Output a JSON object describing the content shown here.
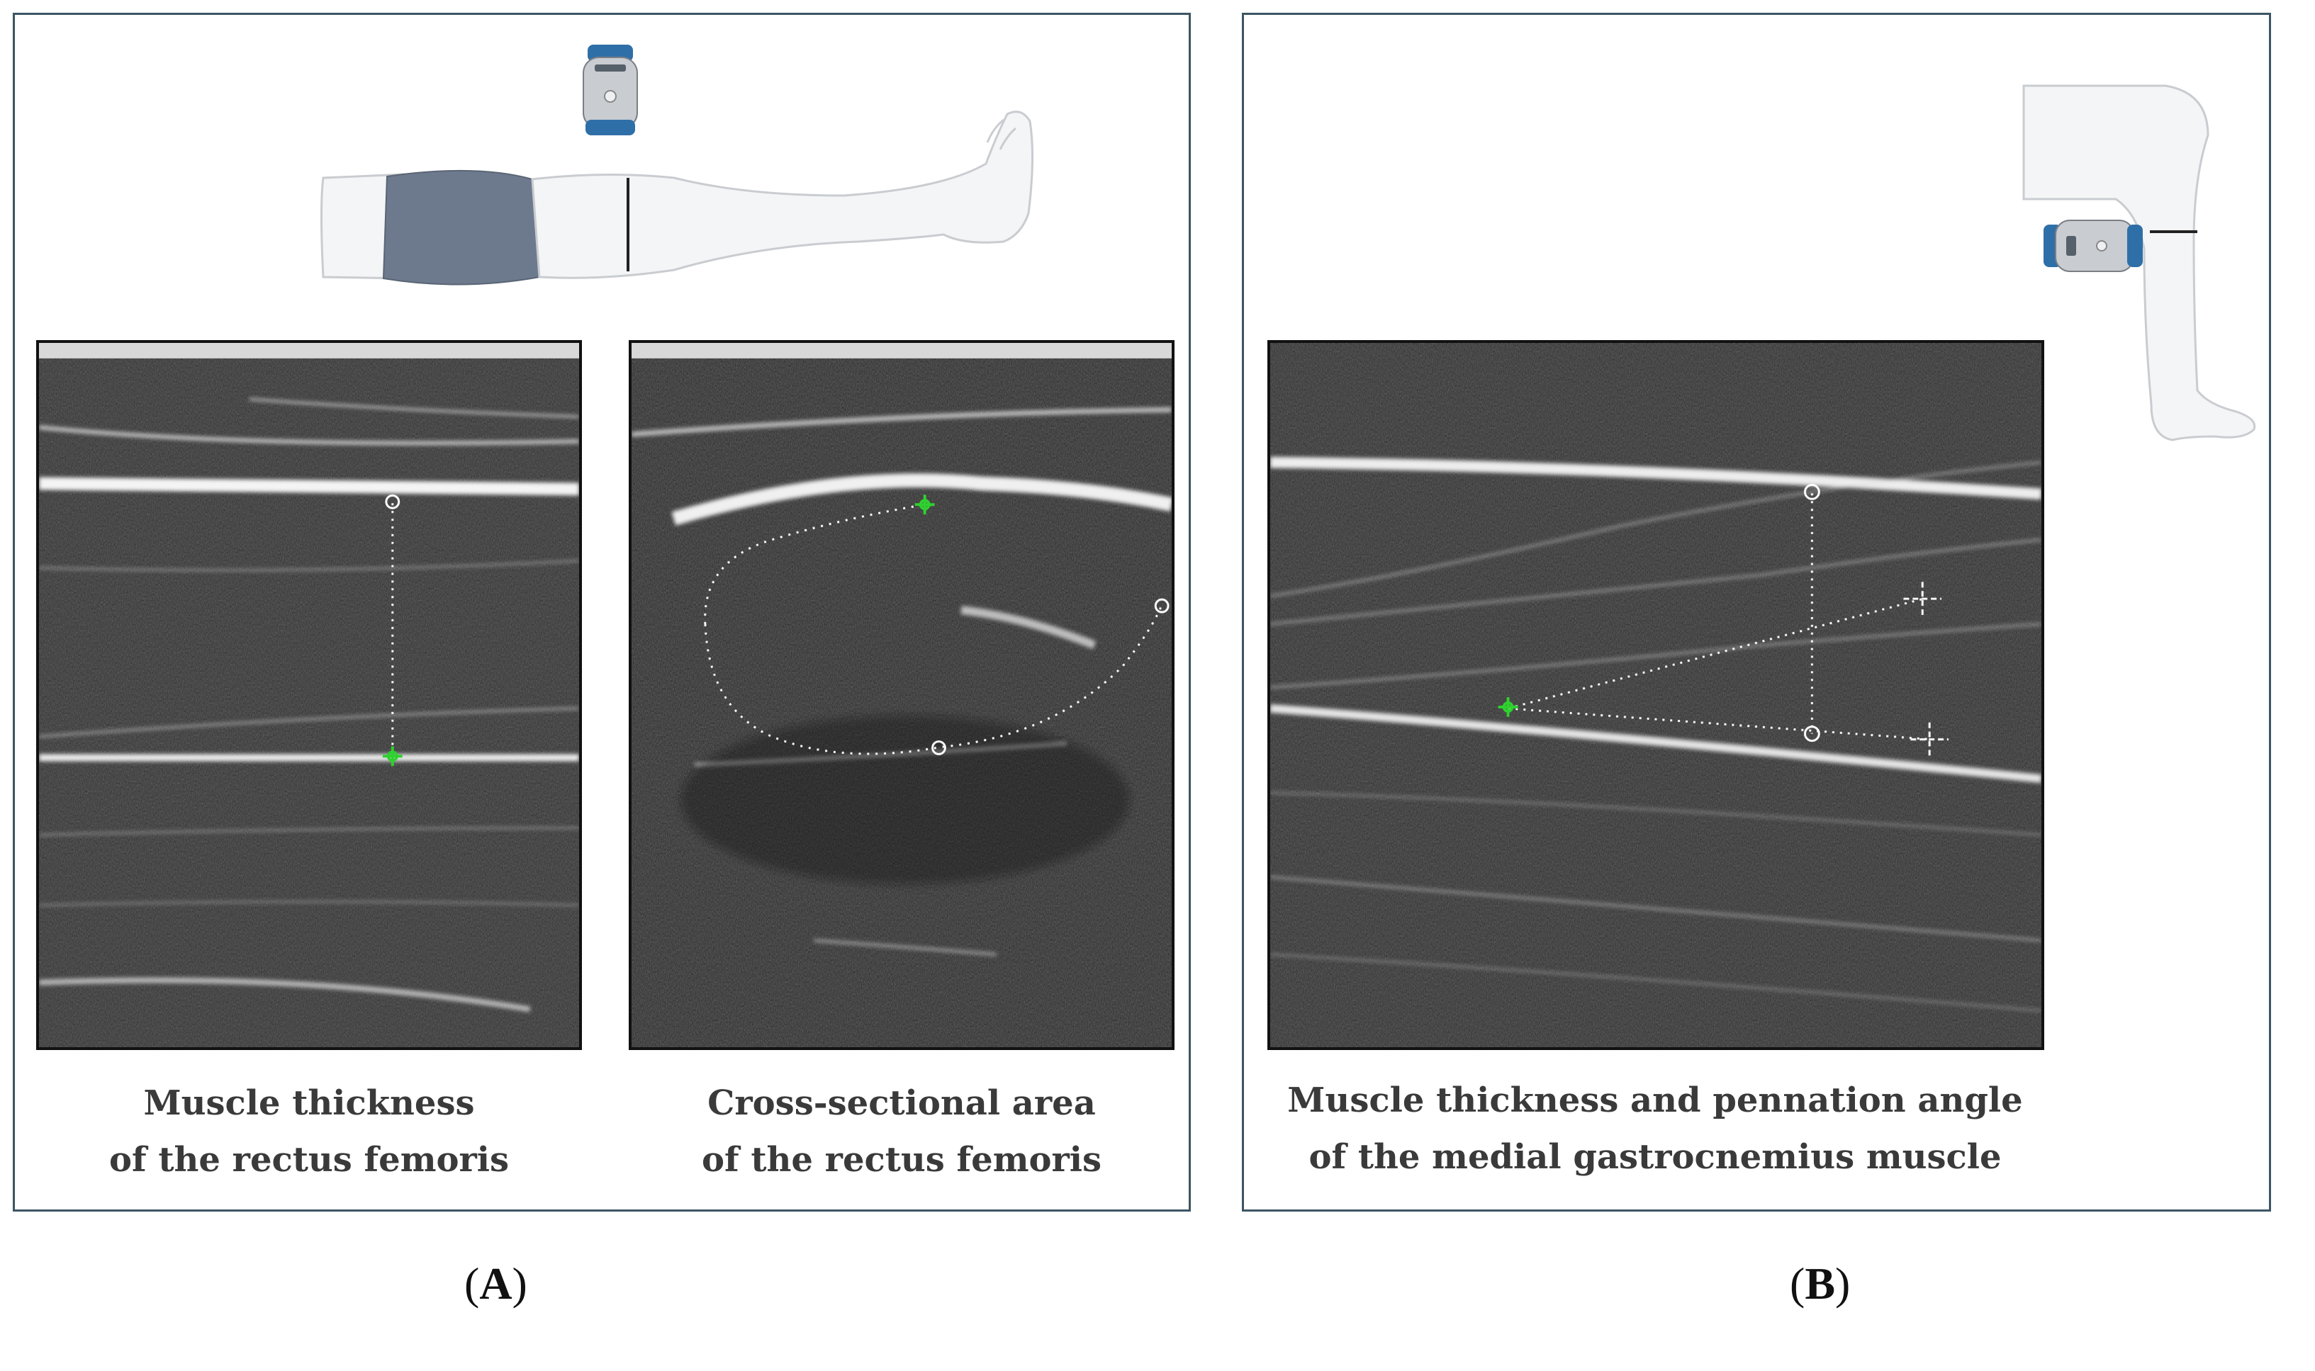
{
  "panel_a": {
    "label_open": "(",
    "label_letter": "A",
    "label_close": ")",
    "image_left": {
      "caption_line1": "Muscle thickness",
      "caption_line2": "of the rectus femoris"
    },
    "image_right": {
      "caption_line1": "Cross-sectional area",
      "caption_line2": "of the rectus femoris"
    },
    "illustration_icon": "supine-leg-with-ultrasound-probe-icon"
  },
  "panel_b": {
    "label_open": "(",
    "label_letter": "B",
    "label_close": ")",
    "image": {
      "caption_line1": "Muscle thickness and pennation angle",
      "caption_line2": "of the medial gastrocnemius muscle"
    },
    "illustration_icon": "bent-knee-leg-with-ultrasound-probe-icon"
  },
  "colors": {
    "frame": "#3d5564",
    "marker_green": "#2fd12f",
    "probe_blue": "#2f6fa8",
    "shorts": "#6d7a8e"
  }
}
